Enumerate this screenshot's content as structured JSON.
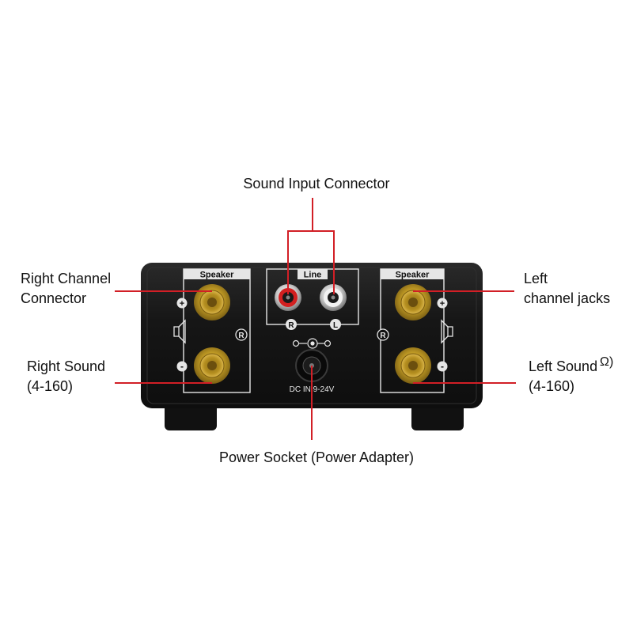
{
  "labels": {
    "sound_input": "Sound Input Connector",
    "right_channel_line1": "Right Channel",
    "right_channel_line2": "Connector",
    "left_channel_line1": "Left",
    "left_channel_line2": "channel jacks",
    "right_sound_line1": "Right Sound",
    "right_sound_line2": "(4-160)",
    "left_sound_line1": "Left Sound",
    "left_sound_line2": "(4-160)",
    "left_sound_ohm": "Ω)",
    "power_socket": "Power Socket (Power Adapter)"
  },
  "panel": {
    "speaker_left": "Speaker",
    "speaker_right": "Speaker",
    "line": "Line",
    "r_left": "R",
    "r_right": "R",
    "rca_r": "R",
    "rca_l": "L",
    "plus": "+",
    "minus": "-",
    "dc_in": "DC IN:9-24V"
  },
  "colors": {
    "leader_line": "#d21f26",
    "body": "#1a1a1a",
    "gold": "#c9a227",
    "rca_red": "#d32020"
  }
}
